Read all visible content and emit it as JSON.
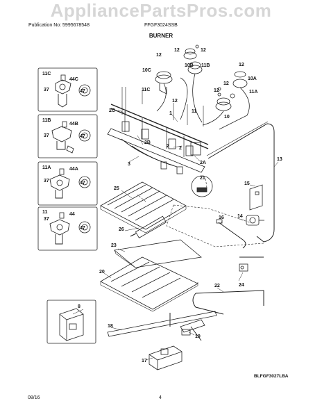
{
  "watermark": "AppliancePartsPros.com",
  "header": {
    "publication": "Publication No: 5995678548",
    "model": "FFGF3024SSB"
  },
  "title": "BURNER",
  "diagram_code": "BLFGF3027LBA",
  "footer": {
    "date": "08/16",
    "page": "4"
  },
  "callouts": {
    "c1": "1",
    "c2a": "2",
    "c2b": "2",
    "c2A": "2A",
    "c2B": "2B",
    "c2C": "2C",
    "c3": "3",
    "c8": "8",
    "c10": "10",
    "c10A": "10A",
    "c10B": "10B",
    "c10C": "10C",
    "c11": "11",
    "c11A": "11A",
    "c11B": "11B",
    "c11C": "11C",
    "c12a": "12",
    "c12b": "12",
    "c12c": "12",
    "c12d": "12",
    "c12e": "12",
    "c12f": "12",
    "c12g": "12",
    "c13": "13",
    "c14": "14",
    "c15": "15",
    "c16": "16",
    "c17": "17",
    "c18": "18",
    "c19": "19",
    "c20": "20",
    "c21": "21",
    "c22": "22",
    "c23": "23",
    "c24": "24",
    "c25": "25",
    "c26": "26"
  },
  "insets": [
    {
      "id": "11C",
      "p37": "37",
      "p44": "44C",
      "p47": "47"
    },
    {
      "id": "11B",
      "p37": "37",
      "p44": "44B",
      "p47": "47"
    },
    {
      "id": "11A",
      "p37": "37",
      "p44": "44A",
      "p47": "47"
    },
    {
      "id": "11",
      "p37": "37",
      "p44": "44",
      "p47": "47"
    }
  ]
}
